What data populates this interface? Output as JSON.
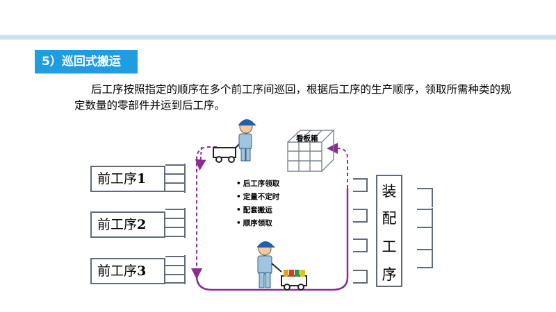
{
  "section": {
    "title": "5）巡回式搬运"
  },
  "intro": "后工序按照指定的顺序在多个前工序间巡回，根据后工序的生产顺序，领取所需种类的规定数量的零部件并运到后工序。",
  "front_processes": [
    {
      "label": "前工序",
      "num": "1"
    },
    {
      "label": "前工序",
      "num": "2"
    },
    {
      "label": "前工序",
      "num": "3"
    }
  ],
  "assembly": {
    "chars": [
      "装",
      "配",
      "工",
      "序"
    ]
  },
  "kanban_box": {
    "label": "看板箱"
  },
  "methods": [
    "后工序领取",
    "定量不定时",
    "配套搬运",
    "顺序领取"
  ],
  "colors": {
    "accent": "#1f9de0",
    "loop": "#8a2d91",
    "box_border": "#5f6b78"
  }
}
